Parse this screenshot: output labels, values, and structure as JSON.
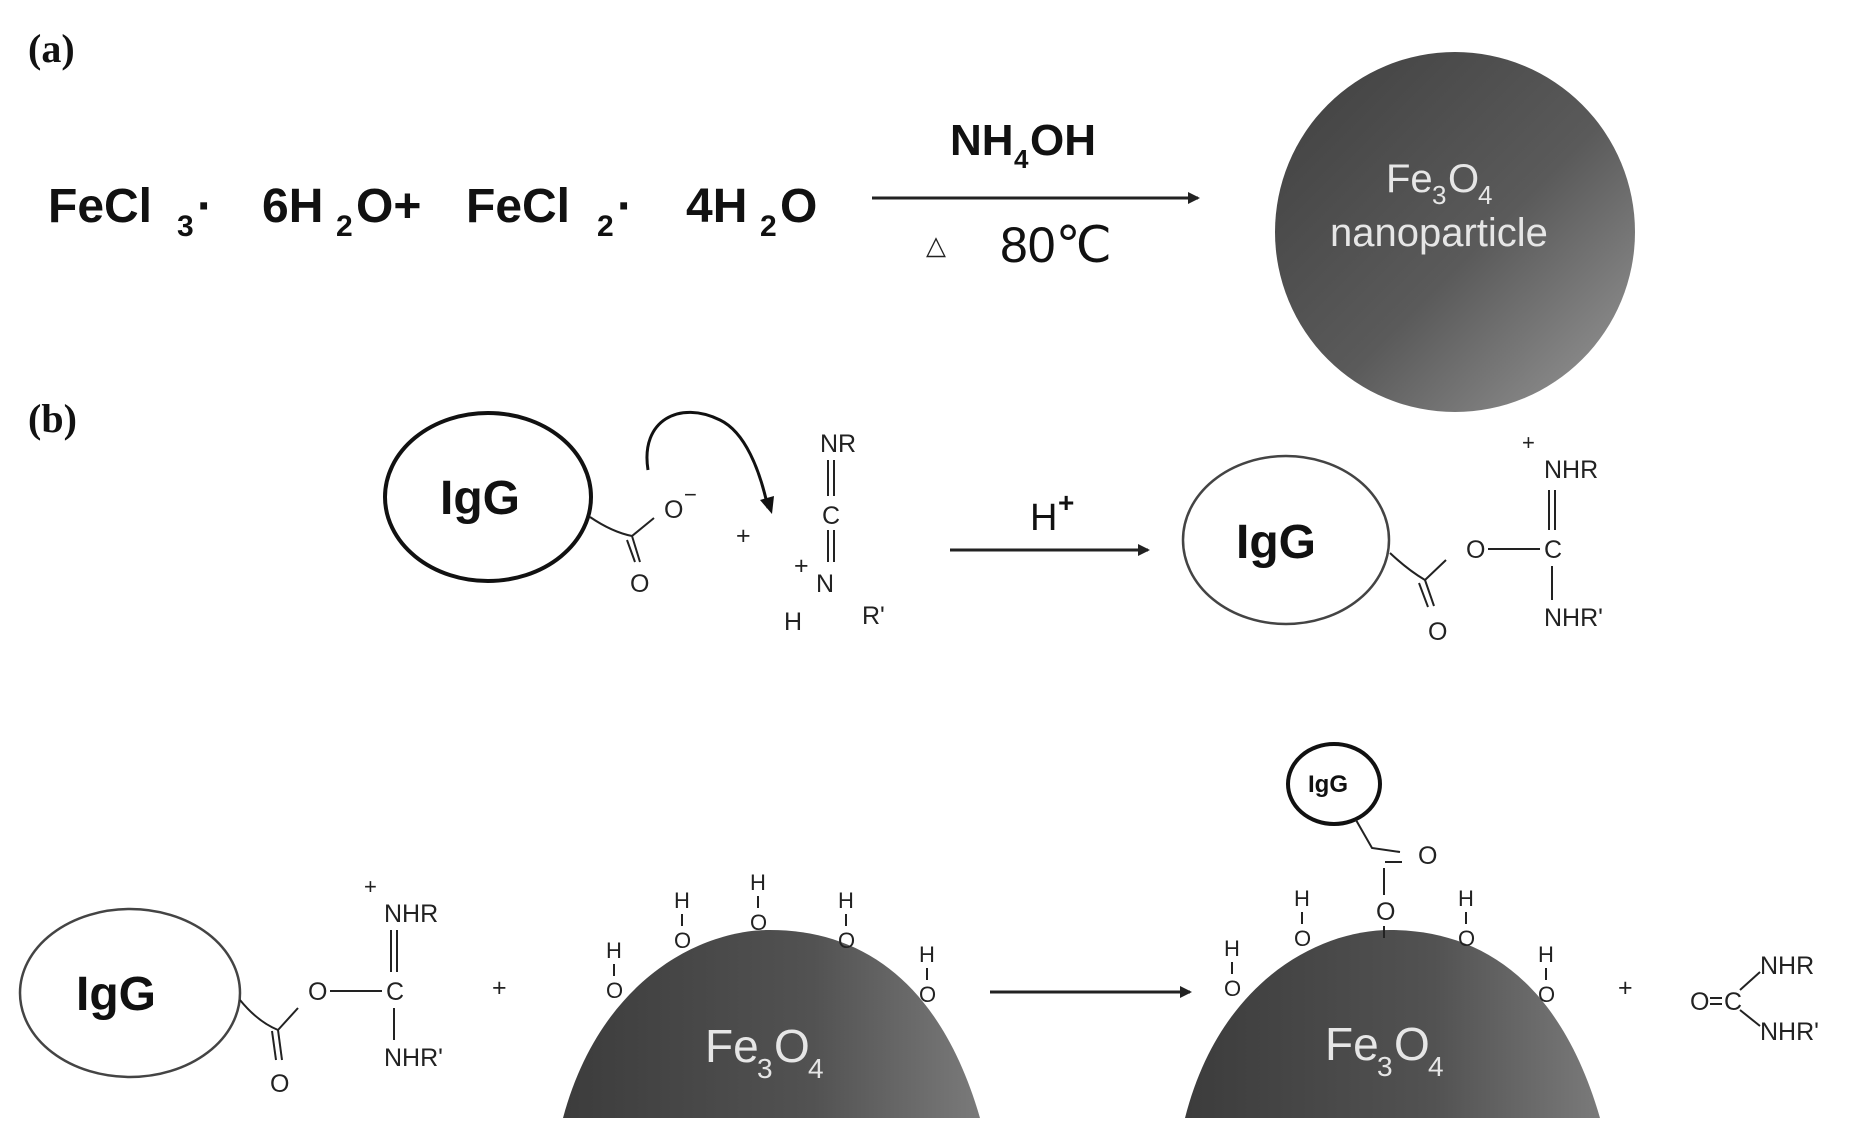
{
  "panels": {
    "a_label": "(a)",
    "b_label": "(b)"
  },
  "reaction_a": {
    "reactant1_main": "FeCl",
    "reactant1_sub": "3",
    "reactant1_dot": "·",
    "reactant1_water": "6H",
    "reactant1_water_sub": "2",
    "reactant1_water_end": "O+",
    "reactant2_main": "FeCl",
    "reactant2_sub": "2",
    "reactant2_dot": "·",
    "reactant2_water": "4H",
    "reactant2_water_sub": "2",
    "reactant2_water_end": "O",
    "reagent_main": "NH",
    "reagent_sub": "4",
    "reagent_end": "OH",
    "heat_symbol": "△",
    "temperature": "80℃",
    "product_line1_a": "Fe",
    "product_line1_sub1": "3",
    "product_line1_b": "O",
    "product_line1_sub2": "4",
    "product_line2": "nanoparticle"
  },
  "reaction_b1": {
    "igg_label": "IgG",
    "carboxylate_o_minus": "O",
    "minus": "−",
    "carbonyl_o": "O",
    "plus": "+",
    "carbodiimide_top": "NR",
    "carbodiimide_c": "C",
    "carbodiimide_n_plus": "+",
    "carbodiimide_n": "N",
    "carbodiimide_h": "H",
    "carbodiimide_r": "R'",
    "catalyst_main": "H",
    "catalyst_sup": "+",
    "product_igg": "IgG",
    "product_o_link": "O",
    "product_c": "C",
    "product_plus": "+",
    "product_nhr": "NHR",
    "product_nhr_prime": "NHR'",
    "product_carbonyl_o": "O"
  },
  "reaction_b2": {
    "igg_label": "IgG",
    "o_link": "O",
    "c": "C",
    "plus_charge": "+",
    "nhr": "NHR",
    "nhr_prime": "NHR'",
    "carbonyl_o": "O",
    "plus1": "+",
    "fe3o4_a": "Fe",
    "fe3o4_sub1": "3",
    "fe3o4_b": "O",
    "fe3o4_sub2": "4",
    "oh_h": "H",
    "oh_o": "O",
    "product_igg": "IgG",
    "product_carbonyl_o": "O",
    "product_ester_o": "O",
    "product_fe_a": "Fe",
    "product_fe_sub1": "3",
    "product_fe_b": "O",
    "product_fe_sub2": "4",
    "plus2": "+",
    "urea_o": "O",
    "urea_c": "C",
    "urea_nhr": "NHR",
    "urea_nhr_prime": "NHR'"
  },
  "colors": {
    "particle_dark": "#4a4a4a",
    "particle_light": "#8c8c8c",
    "outline": "#222222"
  }
}
